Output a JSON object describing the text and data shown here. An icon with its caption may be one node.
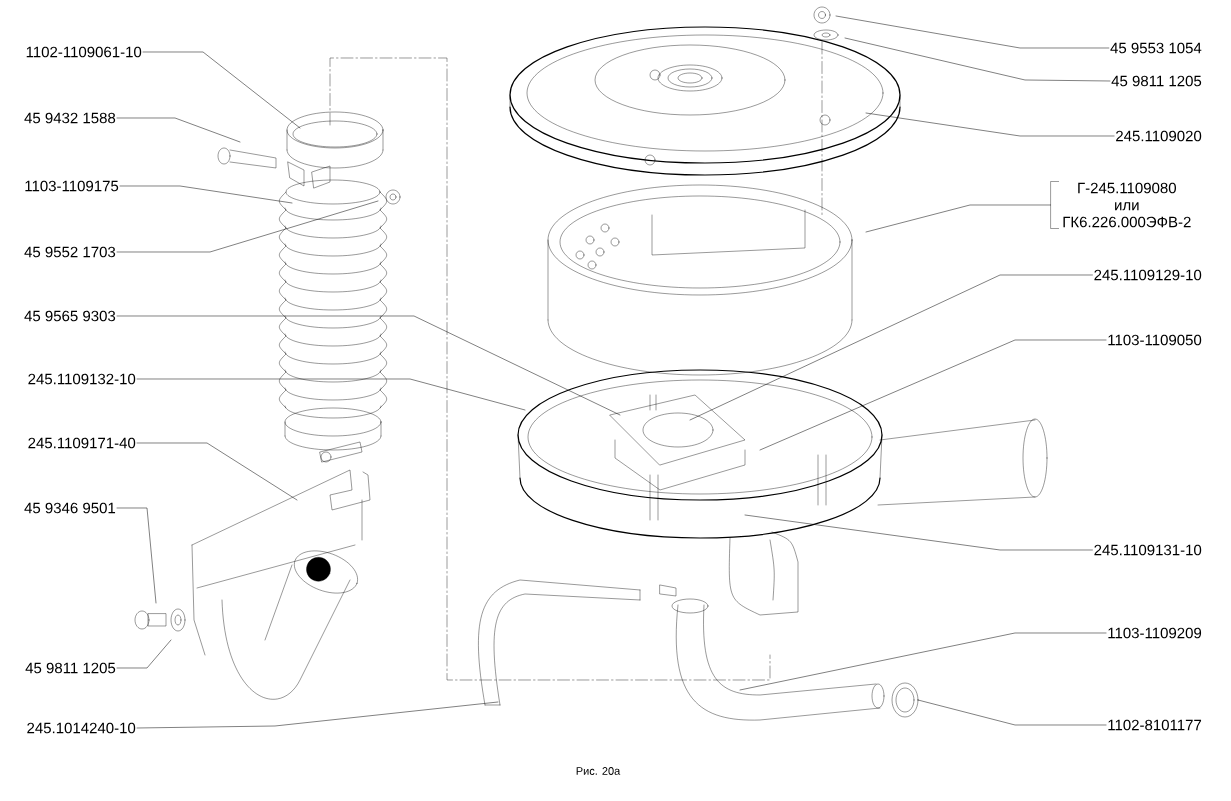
{
  "diagram": {
    "caption": "Рис. 20а",
    "nodes": [
      {
        "text": [
          "1102-1109061-10"
        ]
      },
      {
        "text": [
          "45 9432 1588"
        ]
      },
      {
        "text": [
          "1103-1109175"
        ]
      },
      {
        "text": [
          "45 9552 1703"
        ]
      },
      {
        "text": [
          "45 9565 9303"
        ]
      },
      {
        "text": [
          "245.1109132-10"
        ]
      },
      {
        "text": [
          "245.1109171-40"
        ]
      },
      {
        "text": [
          "45 9346 9501"
        ]
      },
      {
        "text": [
          "45 9811 1205"
        ]
      },
      {
        "text": [
          "245.1014240-10"
        ]
      },
      {
        "text": [
          "45 9553 1054"
        ]
      },
      {
        "text": [
          "45 9811 1205"
        ]
      },
      {
        "text": [
          "245.1109020"
        ]
      },
      {
        "text": [
          "Г-245.1109080 или ГК6.226.000ЭФВ-2"
        ]
      },
      {
        "text": [
          "245.1109129-10"
        ]
      },
      {
        "text": [
          "1103-1109050"
        ]
      },
      {
        "text": [
          "245.1109131-10"
        ]
      },
      {
        "text": [
          "1103-1109209"
        ]
      },
      {
        "text": [
          "1102-8101177"
        ]
      }
    ],
    "edges": [
      {
        "from": 0,
        "to": null,
        "arrow": "none"
      },
      {
        "from": 1,
        "to": null,
        "arrow": "none"
      },
      {
        "from": 2,
        "to": null,
        "arrow": "none"
      },
      {
        "from": 3,
        "to": null,
        "arrow": "none"
      },
      {
        "from": 4,
        "to": null,
        "arrow": "none"
      },
      {
        "from": 5,
        "to": null,
        "arrow": "none"
      },
      {
        "from": 6,
        "to": null,
        "arrow": "none"
      },
      {
        "from": 7,
        "to": null,
        "arrow": "none"
      },
      {
        "from": 8,
        "to": null,
        "arrow": "none"
      },
      {
        "from": 9,
        "to": null,
        "arrow": "none"
      },
      {
        "from": 10,
        "to": null,
        "arrow": "none"
      },
      {
        "from": 11,
        "to": null,
        "arrow": "none"
      },
      {
        "from": 12,
        "to": null,
        "arrow": "none"
      },
      {
        "from": 13,
        "to": null,
        "arrow": "none"
      },
      {
        "from": 14,
        "to": null,
        "arrow": "none"
      },
      {
        "from": 15,
        "to": null,
        "arrow": "none"
      },
      {
        "from": 16,
        "to": null,
        "arrow": "none"
      },
      {
        "from": 17,
        "to": null,
        "arrow": "none"
      },
      {
        "from": 18,
        "to": null,
        "arrow": "none"
      }
    ]
  }
}
